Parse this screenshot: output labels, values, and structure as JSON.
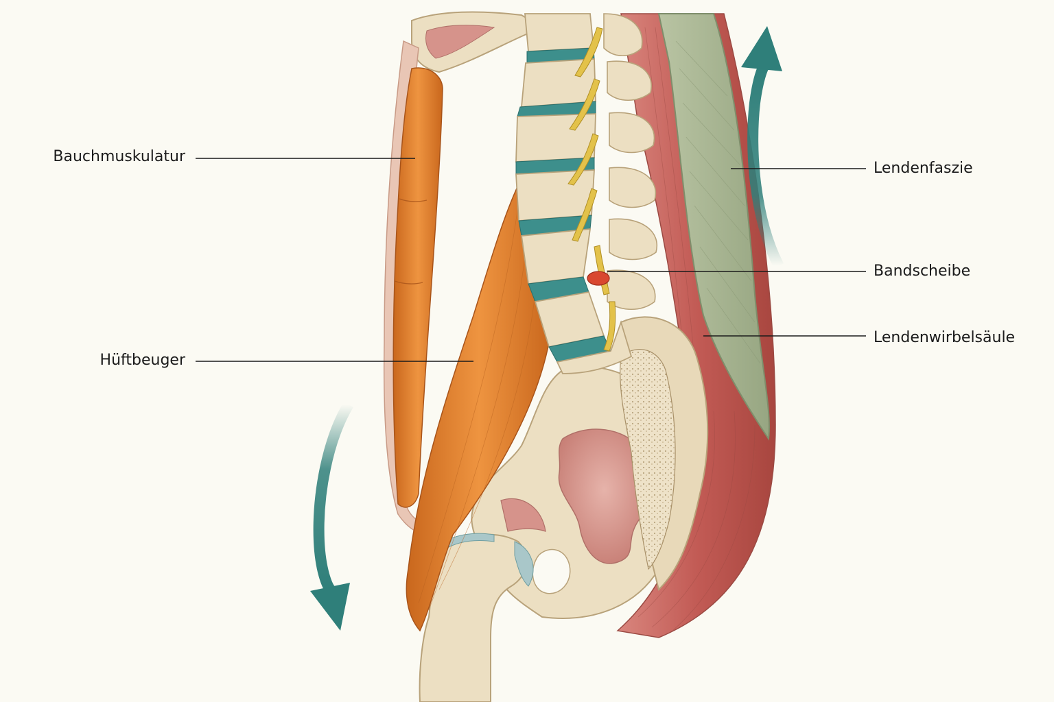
{
  "labels": {
    "abdominal_muscles": "Bauchmuskulatur",
    "hip_flexor": "Hüftbeuger",
    "lumbar_fascia": "Lendenfaszie",
    "disc": "Bandscheibe",
    "lumbar_spine": "Lendenwirbelsäule"
  },
  "colors": {
    "background": "#fbfaf3",
    "bone": "#ecdfc2",
    "bone_outline": "#b8a27a",
    "disc": "#3d8f8c",
    "muscle_orange": "#e0822c",
    "muscle_red": "#c25b55",
    "fascia_green": "#a7b491",
    "nerve": "#e3c24a",
    "herniation": "#d9482f",
    "arrow": "#2f7f7a",
    "pelvis_inner": "#d79a92",
    "leader": "#1b1b1b"
  },
  "icons": {
    "up_arrow": "curved-arrow-up-icon",
    "down_arrow": "curved-arrow-down-icon"
  }
}
